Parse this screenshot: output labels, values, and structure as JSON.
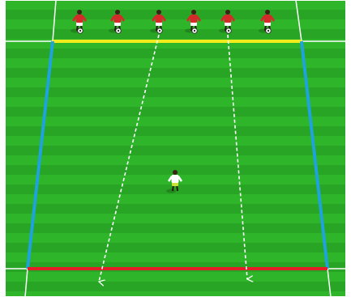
{
  "diagram": {
    "colors": {
      "grass_light": "#2fb52a",
      "grass_dark": "#28a524",
      "border": "#ffffff",
      "top_line": "#f2ec1b",
      "side_lines": "#1ea3dc",
      "bottom_line": "#e41e26",
      "run_path": "#ffffff",
      "attacker_shirt": "#d42a2a",
      "attacker_shorts": "#ffffff",
      "defender_shirt": "#ffffff",
      "defender_shorts": "#c9e33a"
    },
    "attackers_count": 6,
    "defenders_count": 1,
    "balls_count": 6,
    "runs_count": 2
  }
}
